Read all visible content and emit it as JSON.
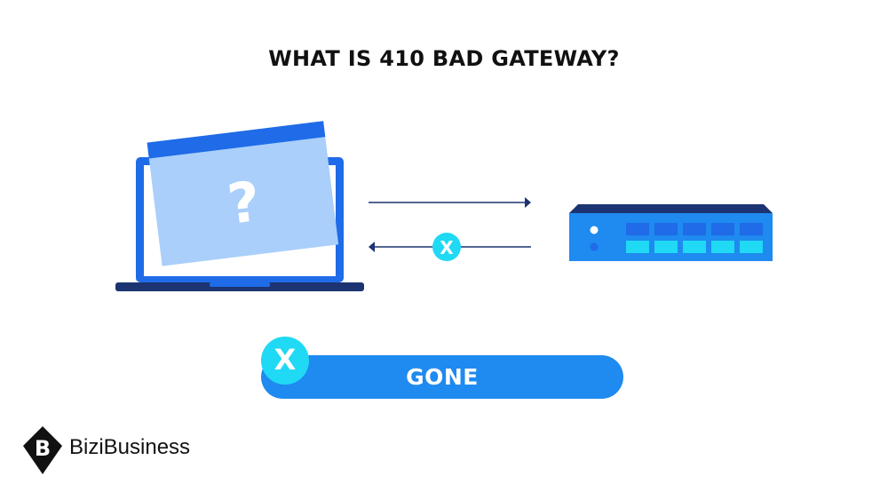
{
  "title": "WHAT IS 410 BAD GATEWAY?",
  "screen_glyph": "?",
  "response_error_glyph": "X",
  "status": {
    "badge": "X",
    "label": "GONE"
  },
  "brand": {
    "name": "BiziBusiness",
    "mark": "B"
  },
  "colors": {
    "primary_blue": "#1f6be8",
    "dark_navy": "#1c3471",
    "light_blue": "#a9cffa",
    "cyan": "#20d9f4",
    "pill_blue": "#1f8af0"
  }
}
